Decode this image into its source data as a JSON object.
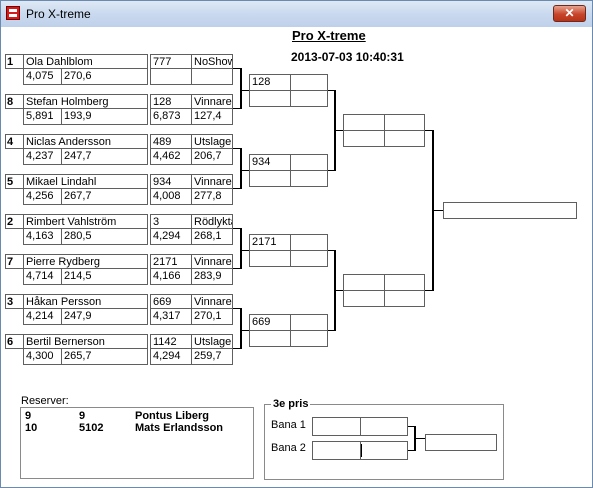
{
  "window": {
    "title": "Pro X-treme",
    "close_glyph": "✕"
  },
  "header": {
    "title": "Pro X-treme",
    "datetime": "2013-07-03 10:40:31"
  },
  "round1": [
    {
      "seed": "1",
      "name": "Ola Dahlblom",
      "a": "4,075",
      "b": "270,6",
      "num": "777",
      "res": "NoShow",
      "c": "",
      "d": ""
    },
    {
      "seed": "8",
      "name": "Stefan Holmberg",
      "a": "5,891",
      "b": "193,9",
      "num": "128",
      "res": "Vinnare",
      "c": "6,873",
      "d": "127,4"
    },
    {
      "seed": "4",
      "name": "Niclas Andersson",
      "a": "4,237",
      "b": "247,7",
      "num": "489",
      "res": "Utslagen",
      "c": "4,462",
      "d": "206,7"
    },
    {
      "seed": "5",
      "name": "Mikael Lindahl",
      "a": "4,256",
      "b": "267,7",
      "num": "934",
      "res": "Vinnare",
      "c": "4,008",
      "d": "277,8"
    },
    {
      "seed": "2",
      "name": "Rimbert Vahlström",
      "a": "4,163",
      "b": "280,5",
      "num": "3",
      "res": "Rödlykta",
      "c": "4,294",
      "d": "268,1"
    },
    {
      "seed": "7",
      "name": "Pierre Rydberg",
      "a": "4,714",
      "b": "214,5",
      "num": "2171",
      "res": "Vinnare",
      "c": "4,166",
      "d": "283,9"
    },
    {
      "seed": "3",
      "name": "Håkan Persson",
      "a": "4,214",
      "b": "247,9",
      "num": "669",
      "res": "Vinnare",
      "c": "4,317",
      "d": "270,1"
    },
    {
      "seed": "6",
      "name": "Bertil Bernerson",
      "a": "4,300",
      "b": "265,7",
      "num": "1142",
      "res": "Utslagen",
      "c": "4,294",
      "d": "259,7"
    }
  ],
  "quarterfinal": [
    "128",
    "934",
    "2171",
    "669"
  ],
  "reserves": {
    "label": "Reserver:",
    "rows": [
      {
        "no": "9",
        "num": "9",
        "name": "Pontus Liberg"
      },
      {
        "no": "10",
        "num": "5102",
        "name": "Mats Erlandsson"
      }
    ]
  },
  "third_prize": {
    "label": "3e pris",
    "lane1": "Bana 1",
    "lane2": "Bana 2"
  }
}
